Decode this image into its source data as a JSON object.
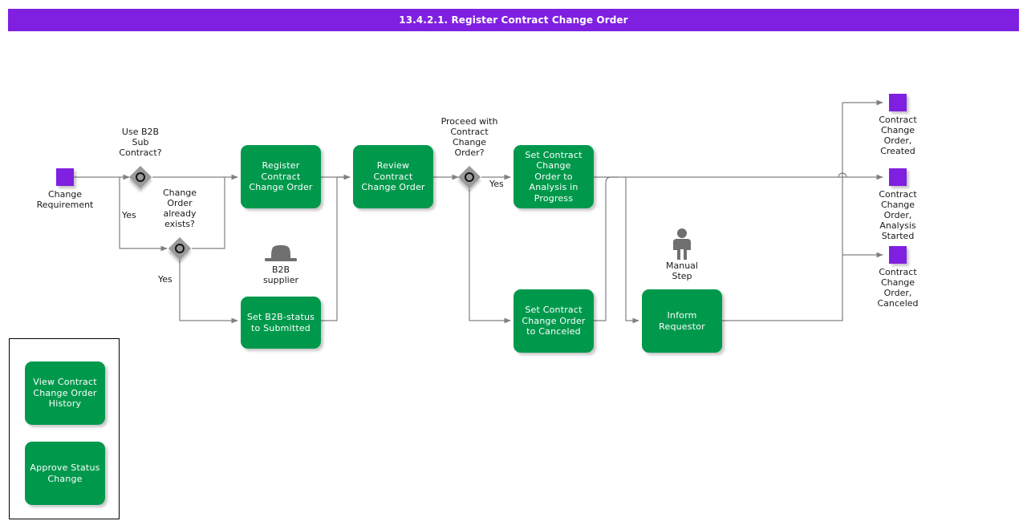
{
  "header": {
    "title": "13.4.2.1. Register Contract Change Order",
    "bar_color": "#7F20E0"
  },
  "palette": {
    "task_green": "#00994C",
    "event_purple": "#7F20E0",
    "gateway_grey": "#9A9A9A",
    "connector_grey": "#808080",
    "icon_grey": "#707070",
    "text_black": "#1A1A1A",
    "canvas_white": "#FFFFFF"
  },
  "diagram": {
    "type": "bpmn-process-flow",
    "start_events": [
      {
        "id": "start-change-requirement",
        "label": "Change\nRequirement",
        "shape": "square",
        "color": "#7F20E0"
      }
    ],
    "gateways": [
      {
        "id": "gw-use-b2b-sub-contract",
        "label": "Use B2B\nSub\nContract?",
        "kind": "inclusive"
      },
      {
        "id": "gw-change-order-already-exists",
        "label": "Change\nOrder\nalready\nexists?",
        "kind": "inclusive"
      },
      {
        "id": "gw-proceed-with-contract-change-order",
        "label": "Proceed with\nContract\nChange\nOrder?",
        "kind": "inclusive"
      }
    ],
    "tasks": [
      {
        "id": "task-register-contract-change-order",
        "label": "Register\nContract\nChange Order"
      },
      {
        "id": "task-set-b2b-status-to-submitted",
        "label": "Set B2B-status\nto Submitted"
      },
      {
        "id": "task-review-contract-change-order",
        "label": "Review\nContract\nChange Order"
      },
      {
        "id": "task-set-cco-to-analysis-in-progress",
        "label": "Set Contract\nChange\nOrder to\nAnalysis in\nProgress"
      },
      {
        "id": "task-set-cco-to-canceled",
        "label": "Set Contract\nChange Order\nto Canceled"
      },
      {
        "id": "task-inform-requestor",
        "label": "Inform\nRequestor"
      }
    ],
    "end_events": [
      {
        "id": "end-cco-created",
        "label": "Contract\nChange\nOrder,\nCreated"
      },
      {
        "id": "end-cco-analysis-started",
        "label": "Contract\nChange\nOrder,\nAnalysis\nStarted"
      },
      {
        "id": "end-cco-canceled",
        "label": "Contract\nChange\nOrder,\nCanceled"
      }
    ],
    "markers": [
      {
        "id": "marker-b2b-supplier",
        "label": "B2B\nsupplier",
        "icon": "bowler-hat-icon"
      },
      {
        "id": "marker-manual-step",
        "label": "Manual\nStep",
        "icon": "person-icon"
      }
    ],
    "edge_labels": [
      {
        "id": "edge-label-yes-b2b",
        "text": "Yes"
      },
      {
        "id": "edge-label-yes-exists",
        "text": "Yes"
      },
      {
        "id": "edge-label-yes-proceed",
        "text": "Yes"
      }
    ]
  },
  "legend": {
    "actions": [
      {
        "id": "action-view-contract-change-order-history",
        "label": "View Contract\nChange Order\nHistory"
      },
      {
        "id": "action-approve-status-change",
        "label": "Approve Status\nChange"
      }
    ]
  }
}
